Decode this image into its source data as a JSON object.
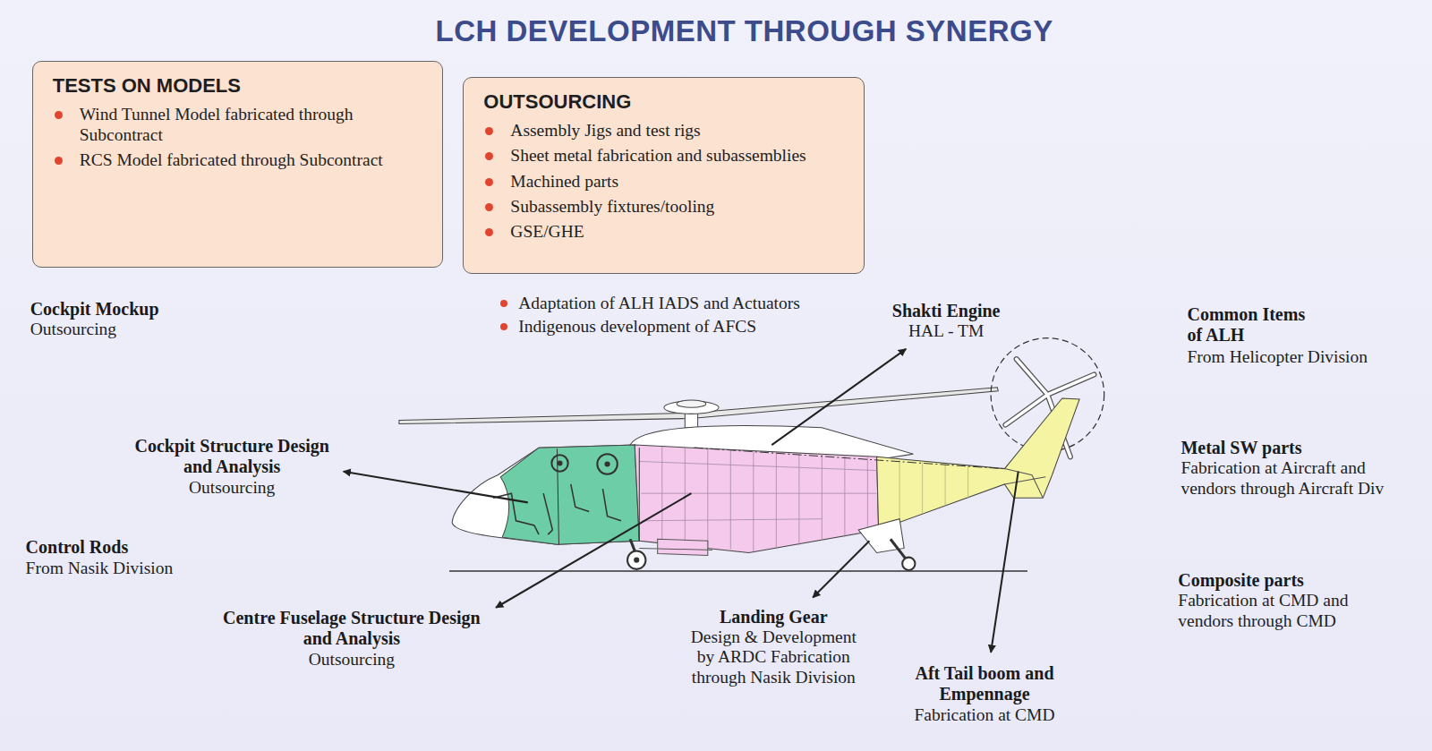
{
  "diagram": {
    "title": "LCH  DEVELOPMENT THROUGH SYNERGY",
    "nodes": [
      {
        "text": [
          "TESTS ON MODELS",
          "Wind Tunnel Model fabricated through Subcontract",
          "RCS Model fabricated through Subcontract"
        ]
      },
      {
        "text": [
          "OUTSOURCING",
          "Assembly Jigs and test rigs",
          "Sheet metal fabrication and subassemblies",
          "Machined parts",
          "Subassembly fixtures/tooling",
          "GSE/GHE"
        ]
      }
    ],
    "labels": [
      "Adaptation of ALH IADS and Actuators",
      "Indigenous development of AFCS",
      "Cockpit Mockup",
      "Outsourcing",
      "Shakti Engine",
      "HAL - TM",
      "Common Items of ALH",
      "From Helicopter Division",
      "Cockpit Structure Design and Analysis",
      "Outsourcing",
      "Metal SW parts",
      "Fabrication at Aircraft and vendors through Aircraft Div",
      "Control Rods",
      "From Nasik Division",
      "Composite parts",
      "Fabrication at CMD and vendors through CMD",
      "Centre Fuselage Structure Design and Analysis",
      "Outsourcing",
      "Landing Gear",
      "Design & Development by ARDC Fabrication through Nasik Division",
      "Aft Tail boom and Empennage",
      "Fabrication at CMD"
    ]
  }
}
